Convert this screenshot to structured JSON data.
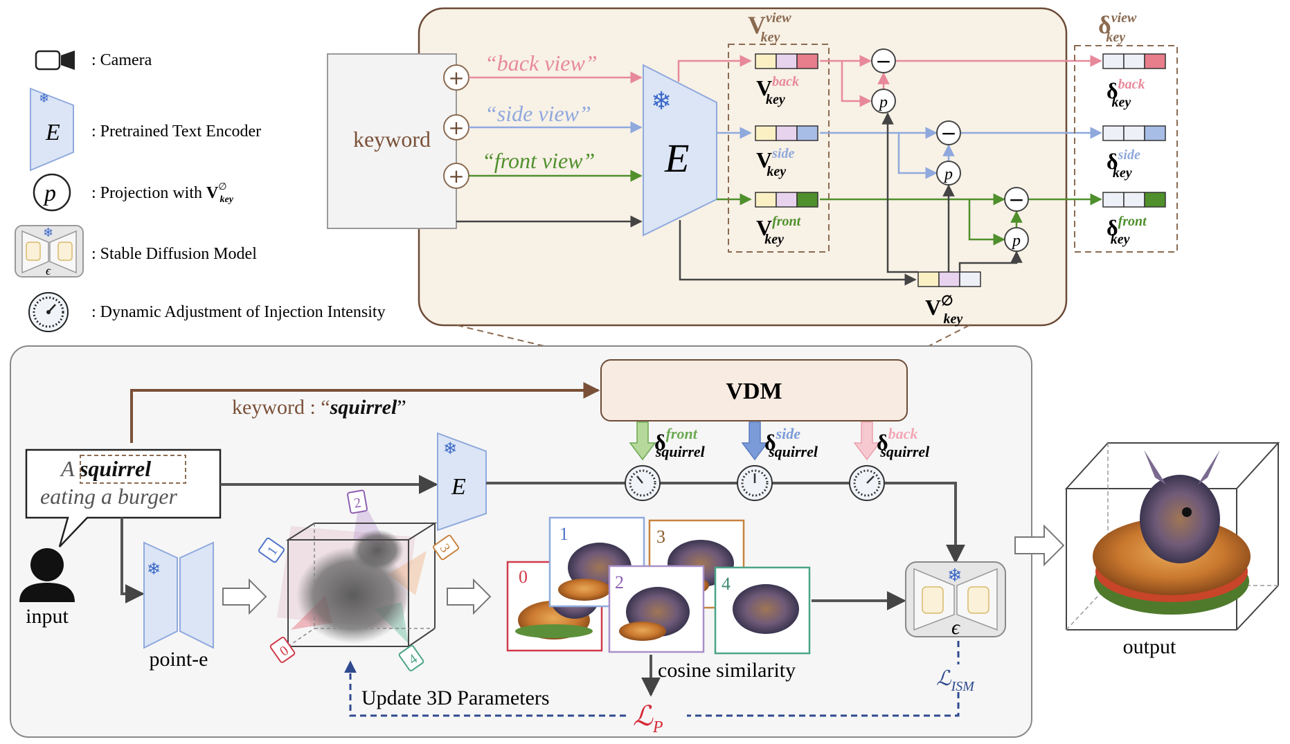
{
  "legend": {
    "camera": ": Camera",
    "encoder_letter": "E",
    "encoder": ": Pretrained Text Encoder",
    "projection_letter": "p",
    "projection": ": Projection with ",
    "projection_sym": "V",
    "projection_sup": "∅",
    "projection_sub": "key",
    "sd_letter": "ϵ",
    "sd": ": Stable Diffusion Model",
    "dial": ": Dynamic Adjustment of Injection Intensity"
  },
  "vdm_detail": {
    "keyword": "keyword",
    "prompts": [
      "“back view”",
      "“side view”",
      "“front view”"
    ],
    "encoder": "E",
    "vkey_view": {
      "base": "V",
      "sup": "view",
      "sub": "key"
    },
    "vkeys": [
      {
        "base": "V",
        "sup": "back",
        "sub": "key"
      },
      {
        "base": "V",
        "sup": "side",
        "sub": "key"
      },
      {
        "base": "V",
        "sup": "front",
        "sub": "key"
      }
    ],
    "vnull": {
      "base": "V",
      "sup": "∅",
      "sub": "key"
    },
    "delta_view": {
      "base": "δ",
      "sup": "view",
      "sub": "key"
    },
    "deltas": [
      {
        "base": "δ",
        "sup": "back",
        "sub": "key"
      },
      {
        "base": "δ",
        "sup": "side",
        "sub": "key"
      },
      {
        "base": "δ",
        "sup": "front",
        "sub": "key"
      }
    ],
    "plus": "+",
    "minus": "−",
    "proj": "p"
  },
  "pipeline": {
    "prompt_prefix": "A ",
    "prompt_keyword": "squirrel",
    "prompt_line2": "eating a burger",
    "input_label": "input",
    "keyword_prefix": "keyword : “",
    "keyword_word": "squirrel",
    "keyword_suffix": "”",
    "vdm": "VDM",
    "encoder": "E",
    "deltas": [
      {
        "base": "δ",
        "sup": "front",
        "sub": "squirrel",
        "color": "#6aa84f"
      },
      {
        "base": "δ",
        "sup": "side",
        "sub": "squirrel",
        "color": "#7b9bd8"
      },
      {
        "base": "δ",
        "sup": "back",
        "sub": "squirrel",
        "color": "#f2a6b3"
      }
    ],
    "pointe": "point-e",
    "view_numbers": [
      "0",
      "1",
      "2",
      "3",
      "4"
    ],
    "cosine": "cosine similarity",
    "update": "Update 3D Parameters",
    "lp": {
      "base": "ℒ",
      "sub": "P"
    },
    "lism": {
      "base": "ℒ",
      "sub": "ISM"
    },
    "sd_letter": "ϵ",
    "output": "output"
  },
  "colors": {
    "back": "#e7899a",
    "side": "#8fa9dd",
    "front": "#4f8f2c",
    "brown": "#7a5038",
    "navy": "#2f4a8f",
    "red": "#d62a3a"
  }
}
